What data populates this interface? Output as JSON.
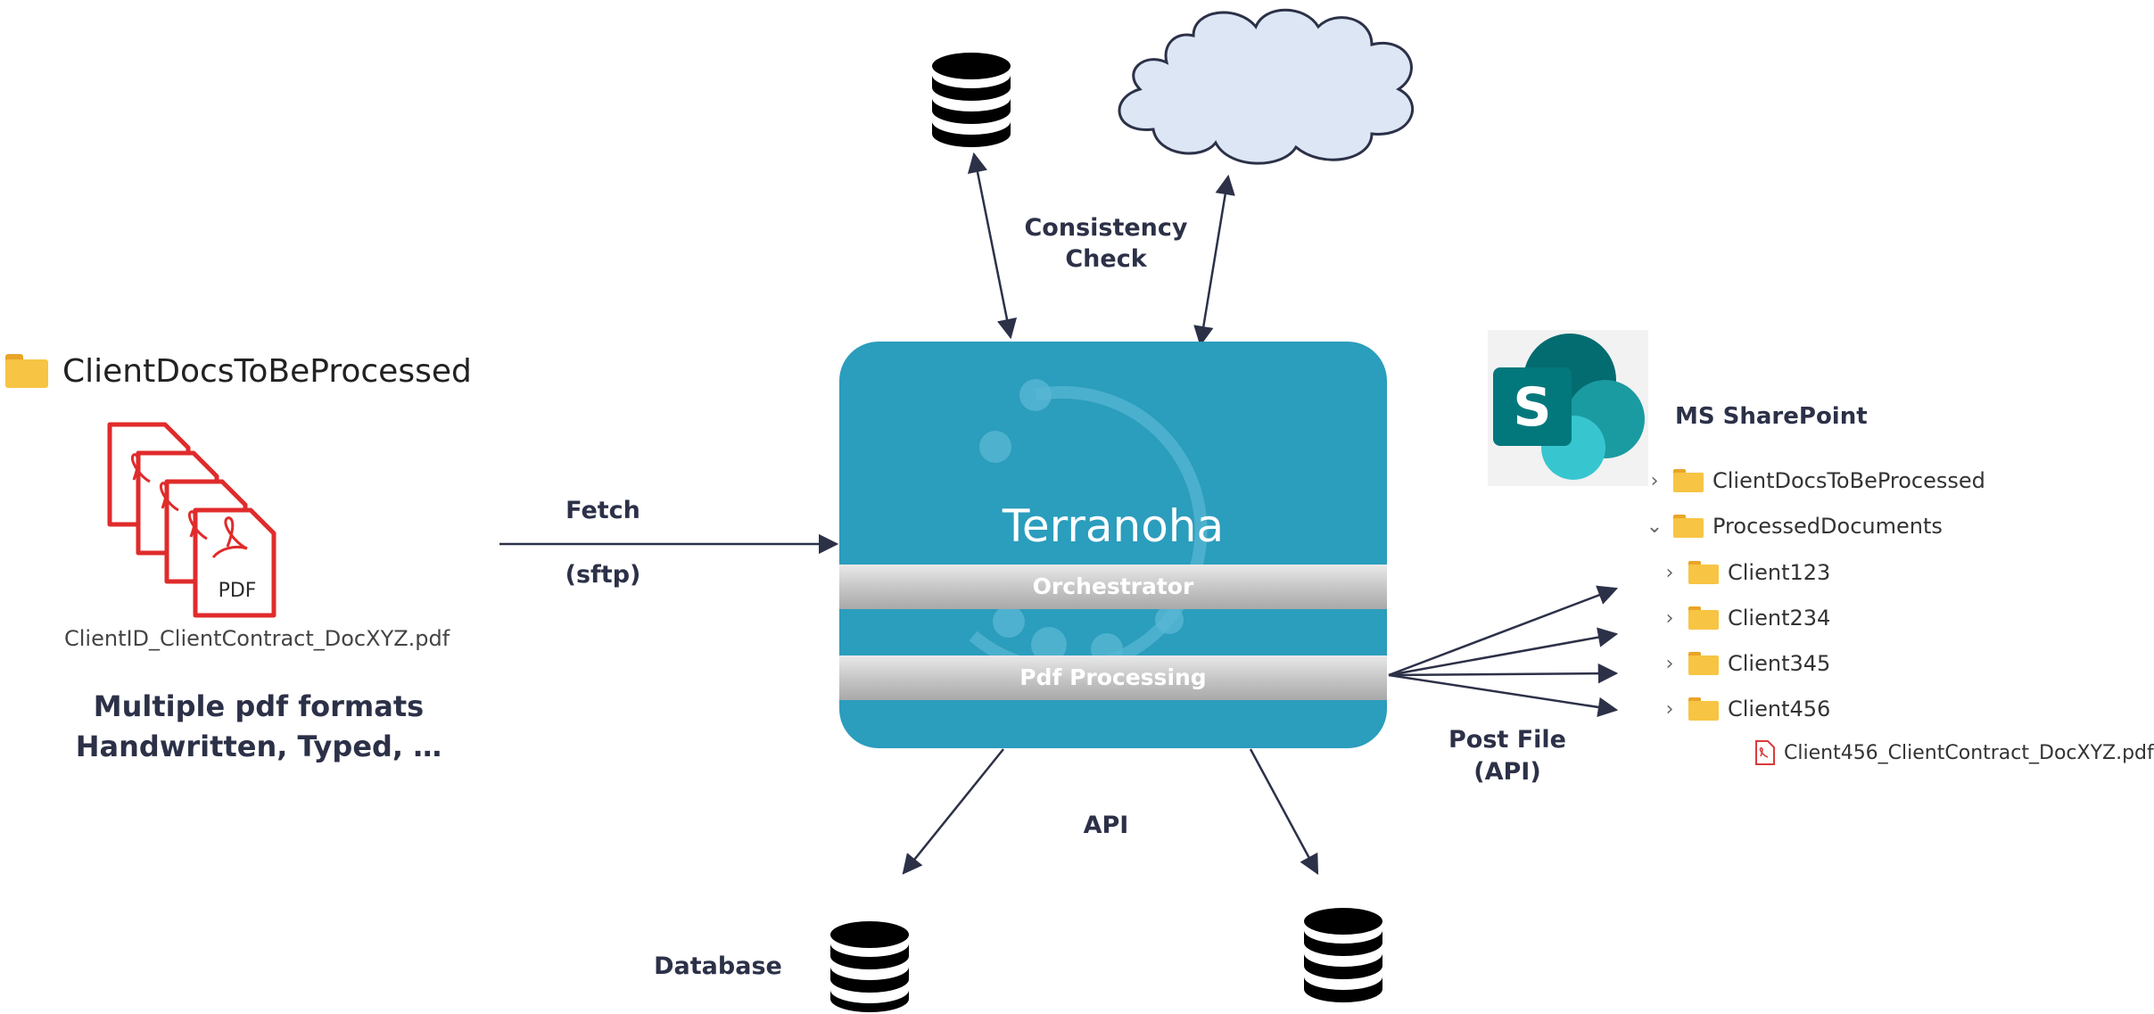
{
  "source_folder": {
    "label": "ClientDocsToBeProcessed",
    "icon": "folder-icon"
  },
  "pdf_stack": {
    "icon": "pdf-document-icon",
    "badge": "PDF",
    "filename": "ClientID_ClientContract_DocXYZ.pdf"
  },
  "formats_note": {
    "line1": "Multiple pdf formats",
    "line2": "Handwritten, Typed, …"
  },
  "fetch": {
    "label": "Fetch",
    "protocol": "(sftp)"
  },
  "consistency": {
    "line1": "Consistency",
    "line2": "Check"
  },
  "core": {
    "brand": "Terranoha",
    "layer1": "Orchestrator",
    "layer2": "Pdf Processing",
    "color": "#2b9dbd"
  },
  "api_label": "API",
  "database_label": "Database",
  "post": {
    "line1": "Post File",
    "line2": "(API)"
  },
  "sharepoint": {
    "title": "MS SharePoint",
    "logo_letter": "S",
    "tree": [
      {
        "label": "ClientDocsToBeProcessed",
        "chevron": "›"
      },
      {
        "label": "ProcessedDocuments",
        "chevron": "⌄"
      },
      {
        "label": "Client123",
        "chevron": "›"
      },
      {
        "label": "Client234",
        "chevron": "›"
      },
      {
        "label": "Client345",
        "chevron": "›"
      },
      {
        "label": "Client456",
        "chevron": "›"
      }
    ],
    "file": {
      "label": "Client456_ClientContract_DocXYZ.pdf",
      "icon": "pdf-file-icon"
    }
  }
}
